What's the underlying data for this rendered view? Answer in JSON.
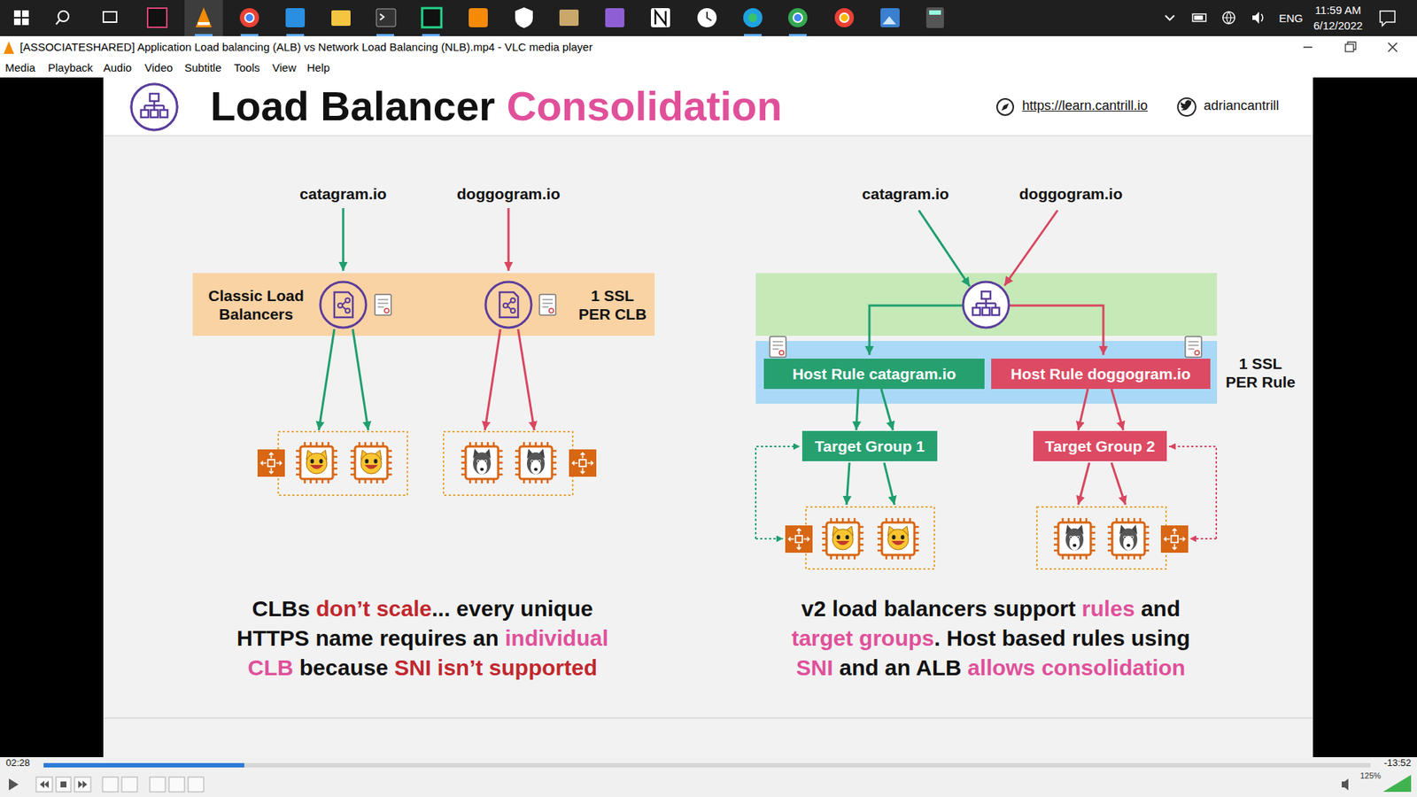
{
  "diagram": {
    "title": "Load Balancer",
    "nodes": [
      {
        "text": [
          "Classic Load Balancers",
          "1 SSL PER CLB"
        ]
      },
      {
        "text": [
          "1 SSL PER Rule"
        ]
      },
      {
        "text": [
          "Host Rule catagram.io"
        ],
        "in": 1
      },
      {
        "text": [
          "Host Rule doggogram.io"
        ],
        "in": 1
      },
      {
        "text": [
          "Target Group 1"
        ]
      },
      {
        "text": [
          "Target Group 2"
        ]
      }
    ],
    "edges": [
      {
        "from": 2,
        "to": 4,
        "arrow": "to"
      },
      {
        "from": 2,
        "to": 4,
        "arrow": "to"
      },
      {
        "from": 3,
        "to": 5,
        "arrow": "to"
      },
      {
        "from": 3,
        "to": 5,
        "arrow": "to"
      }
    ],
    "labels": [
      "[ASSOCIATESHARED] Application Load balancing (ALB) vs Network Load Balancing (NLB).mp4 - VLC media player",
      "Media",
      "Playback",
      "Audio",
      "Video",
      "Subtitle",
      "Tools",
      "View",
      "Help",
      "ENG",
      "11:59 AM",
      "6/12/2022",
      "Consolidation",
      "https://learn.cantrill.io",
      "adriancantrill",
      "catagram.io",
      "doggogram.io",
      "catagram.io",
      "doggogram.io",
      "CLBs",
      "don’t scale",
      "... every unique HTTPS name requires an",
      "individual",
      "CLB",
      "because",
      "SNI isn’t supported",
      "v2 load balancers support",
      "rules",
      "and",
      "target groups",
      ". Host based rules using",
      "SNI",
      "and an ALB",
      "allows consolidation",
      "02:28",
      "-13:52",
      "125%"
    ]
  }
}
